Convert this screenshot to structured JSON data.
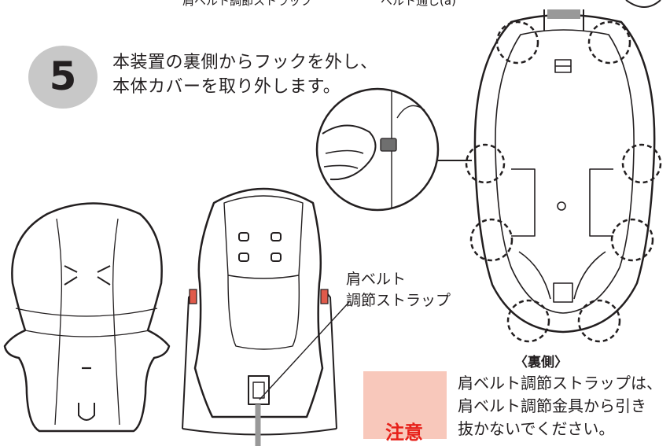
{
  "labels": {
    "strap_top": "肩ベルト調節ストラップ",
    "belt_guide": "ベルト通し(a)"
  },
  "step": {
    "number": "5",
    "line1": "本装置の裏側からフックを外し、",
    "line2": "本体カバーを取り外します。"
  },
  "callout": {
    "line1": "肩ベルト",
    "line2": "調節ストラップ"
  },
  "back_view_label": "〈裏側〉",
  "caution": {
    "word": "注意",
    "line1": "肩ベルト調節ストラップは、",
    "line2": "肩ベルト調節金具から引き",
    "line3": "抜かないでください。"
  },
  "colors": {
    "caution_bg": "#f8c8bb",
    "caution_red": "#e7211a",
    "step_badge": "#c8c8c8",
    "adjuster_red": "#e05a4a"
  }
}
